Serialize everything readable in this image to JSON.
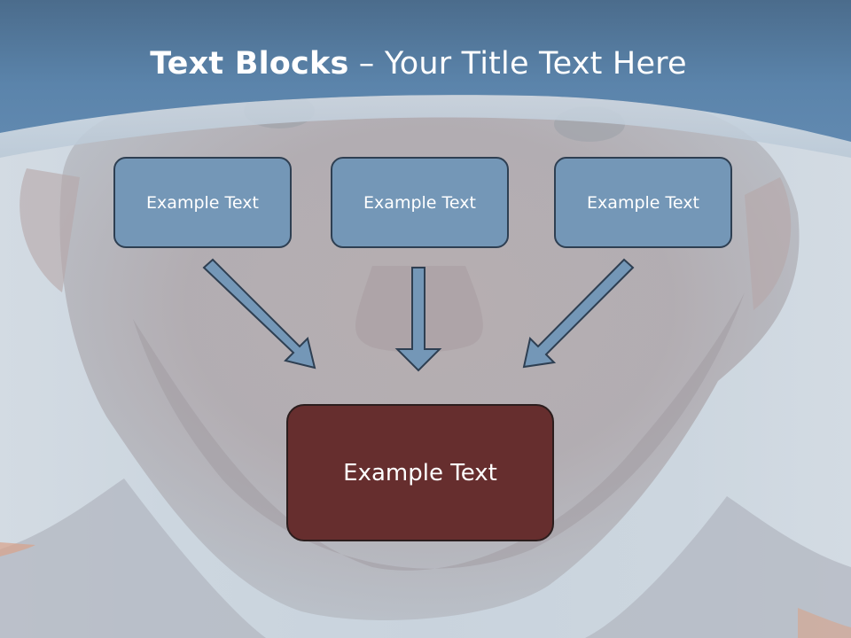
{
  "title": {
    "bold": "Text Blocks",
    "separator": " – ",
    "regular": "Your Title Text Here"
  },
  "boxes": [
    {
      "label": "Example Text"
    },
    {
      "label": "Example Text"
    },
    {
      "label": "Example Text"
    }
  ],
  "main_box": {
    "label": "Example Text"
  },
  "colors": {
    "header": "#5b84ab",
    "box_fill": "#7497b7",
    "main_box_fill": "#662e2e",
    "arrow_fill": "#7497b7",
    "outline": "#2e3f52"
  }
}
